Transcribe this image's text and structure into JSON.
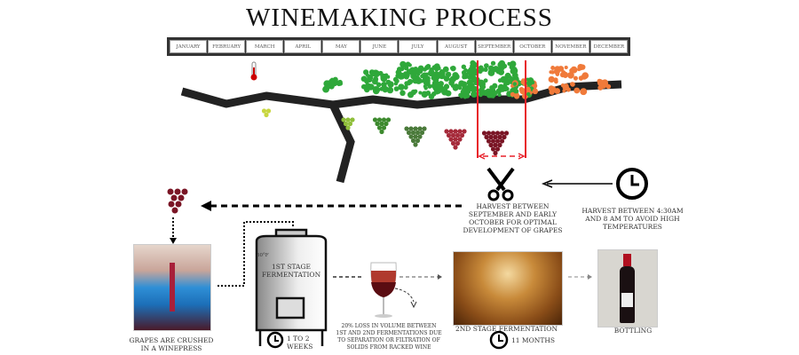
{
  "title": "WINEMAKING PROCESS",
  "months": [
    "JANUARY",
    "FEBRUARY",
    "MARCH",
    "APRIL",
    "MAY",
    "JUNE",
    "JULY",
    "AUGUST",
    "SEPTEMBER",
    "OCTOBER",
    "NOVEMBER",
    "DECEMBER"
  ],
  "temperature": "50°F",
  "harvest_window": "HARVEST BETWEEN SEPTEMBER AND EARLY OCTOBER FOR OPTIMAL DEVELOPMENT OF GRAPES",
  "harvest_time": "HARVEST BETWEEN 4:30AM AND 8 AM TO AVOID HIGH TEMPERATURES",
  "crush": "GRAPES ARE CRUSHED IN A WINEPRESS",
  "first_stage": "1ST STAGE FERMENTATION",
  "first_stage_duration": "1 TO 2 WEEKS",
  "loss": "20% LOSS IN VOLUME BETWEEN 1ST AND 2ND FERMENTATIONS DUE TO SEPARATION OR FILTRATION OF SOLIDS FROM RACKED WINE",
  "second_stage": "2ND STAGE FERMENTATION",
  "second_stage_duration": "11 MONTHS",
  "bottling": "BOTTLING",
  "colors": {
    "leaf": "#2fa83a",
    "autumn": "#f07a3a",
    "grape": "#8a1c2a",
    "red": "#e8202a"
  }
}
